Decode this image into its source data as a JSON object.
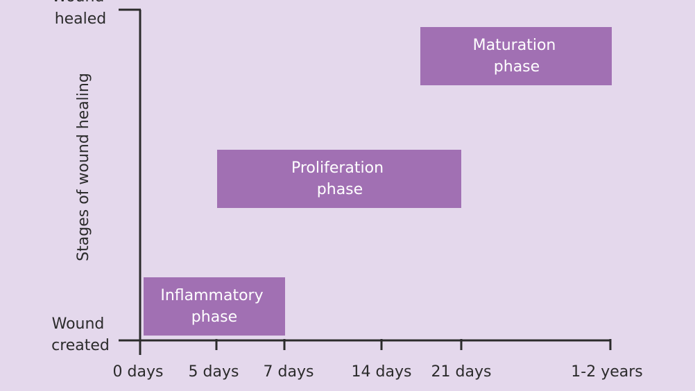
{
  "chart_data": {
    "type": "gantt",
    "title": "",
    "ylabel": "Stages of wound healing",
    "y_ticks": [
      {
        "lines": [
          "Wound",
          "healed"
        ],
        "level": 1
      },
      {
        "lines": [
          "Wound",
          "created"
        ],
        "level": 0
      }
    ],
    "x_ticks": [
      "0 days",
      "5 days",
      "7 days",
      "14 days",
      "21 days",
      "1-2 years"
    ],
    "bars": [
      {
        "name": "Inflammatory phase",
        "lines": [
          "Inflammatory",
          "phase"
        ],
        "start": "0 days",
        "end": "7 days"
      },
      {
        "name": "Proliferation phase",
        "lines": [
          "Proliferation",
          "phase"
        ],
        "start": "5 days",
        "end": "21 days"
      },
      {
        "name": "Maturation phase",
        "lines": [
          "Maturation",
          "phase"
        ],
        "start": "between 14 and 21 days",
        "end": "1-2 years"
      }
    ],
    "colors": {
      "bar": "#a170b3",
      "axis": "#2b2b2b",
      "background": "#e4d8ec",
      "bar_text": "#ffffff"
    }
  }
}
